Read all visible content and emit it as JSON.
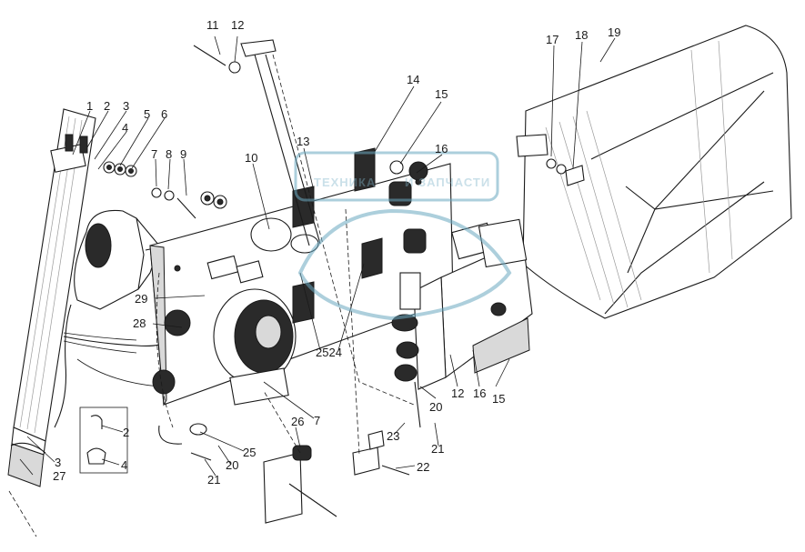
{
  "watermark": {
    "line1": "ТЕХНИКА",
    "line2": "И ЗАПЧАСТИ",
    "color": "#6aa8c0"
  },
  "callouts": [
    {
      "id": "c1",
      "text": "1"
    },
    {
      "id": "c2",
      "text": "2"
    },
    {
      "id": "c3",
      "text": "3"
    },
    {
      "id": "c4",
      "text": "4"
    },
    {
      "id": "c5",
      "text": "5"
    },
    {
      "id": "c6",
      "text": "6"
    },
    {
      "id": "c7",
      "text": "7"
    },
    {
      "id": "c8",
      "text": "8"
    },
    {
      "id": "c9",
      "text": "9"
    },
    {
      "id": "c10",
      "text": "10"
    },
    {
      "id": "c11",
      "text": "11"
    },
    {
      "id": "c12",
      "text": "12"
    },
    {
      "id": "c13",
      "text": "13"
    },
    {
      "id": "c14",
      "text": "14"
    },
    {
      "id": "c15",
      "text": "15"
    },
    {
      "id": "c16",
      "text": "16"
    },
    {
      "id": "c17",
      "text": "17"
    },
    {
      "id": "c18",
      "text": "18"
    },
    {
      "id": "c19",
      "text": "19"
    },
    {
      "id": "c29",
      "text": "29"
    },
    {
      "id": "c28",
      "text": "28"
    },
    {
      "id": "c2524",
      "text": "2524"
    },
    {
      "id": "c7b",
      "text": "7"
    },
    {
      "id": "c20a",
      "text": "20"
    },
    {
      "id": "c12b",
      "text": "12"
    },
    {
      "id": "c16b",
      "text": "16"
    },
    {
      "id": "c15b",
      "text": "15"
    },
    {
      "id": "c2b",
      "text": "2"
    },
    {
      "id": "c4b",
      "text": "4"
    },
    {
      "id": "c3b",
      "text": "3"
    },
    {
      "id": "c27",
      "text": "27"
    },
    {
      "id": "c26",
      "text": "26"
    },
    {
      "id": "c25",
      "text": "25"
    },
    {
      "id": "c21a",
      "text": "21"
    },
    {
      "id": "c20b",
      "text": "20"
    },
    {
      "id": "c23",
      "text": "23"
    },
    {
      "id": "c21b",
      "text": "21"
    },
    {
      "id": "c22",
      "text": "22"
    }
  ]
}
